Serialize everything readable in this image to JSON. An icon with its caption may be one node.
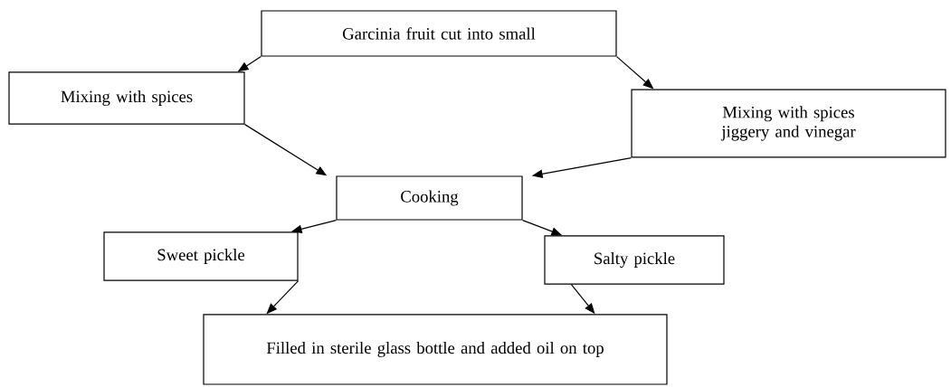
{
  "diagram": {
    "nodes": [
      {
        "text": [
          "Garcinia fruit cut into small"
        ]
      },
      {
        "text": [
          "Mixing with spices"
        ]
      },
      {
        "text": [
          "Mixing with spices jiggery and vinegar"
        ]
      },
      {
        "text": [
          "Cooking"
        ]
      },
      {
        "text": [
          "Sweet pickle"
        ]
      },
      {
        "text": [
          "Salty pickle"
        ]
      },
      {
        "text": [
          "Filled in sterile glass bottle and added oil on top"
        ]
      }
    ],
    "edges": [
      {
        "from": 0,
        "to": 1,
        "arrow": "to"
      },
      {
        "from": 0,
        "to": 2,
        "arrow": "to"
      },
      {
        "from": 1,
        "to": 3,
        "arrow": "to"
      },
      {
        "from": 2,
        "to": 3,
        "arrow": "to"
      },
      {
        "from": 3,
        "to": 4,
        "arrow": "to"
      },
      {
        "from": 3,
        "to": 5,
        "arrow": "to"
      },
      {
        "from": 4,
        "to": 6,
        "arrow": "to"
      },
      {
        "from": 5,
        "to": 6,
        "arrow": "to"
      }
    ]
  }
}
